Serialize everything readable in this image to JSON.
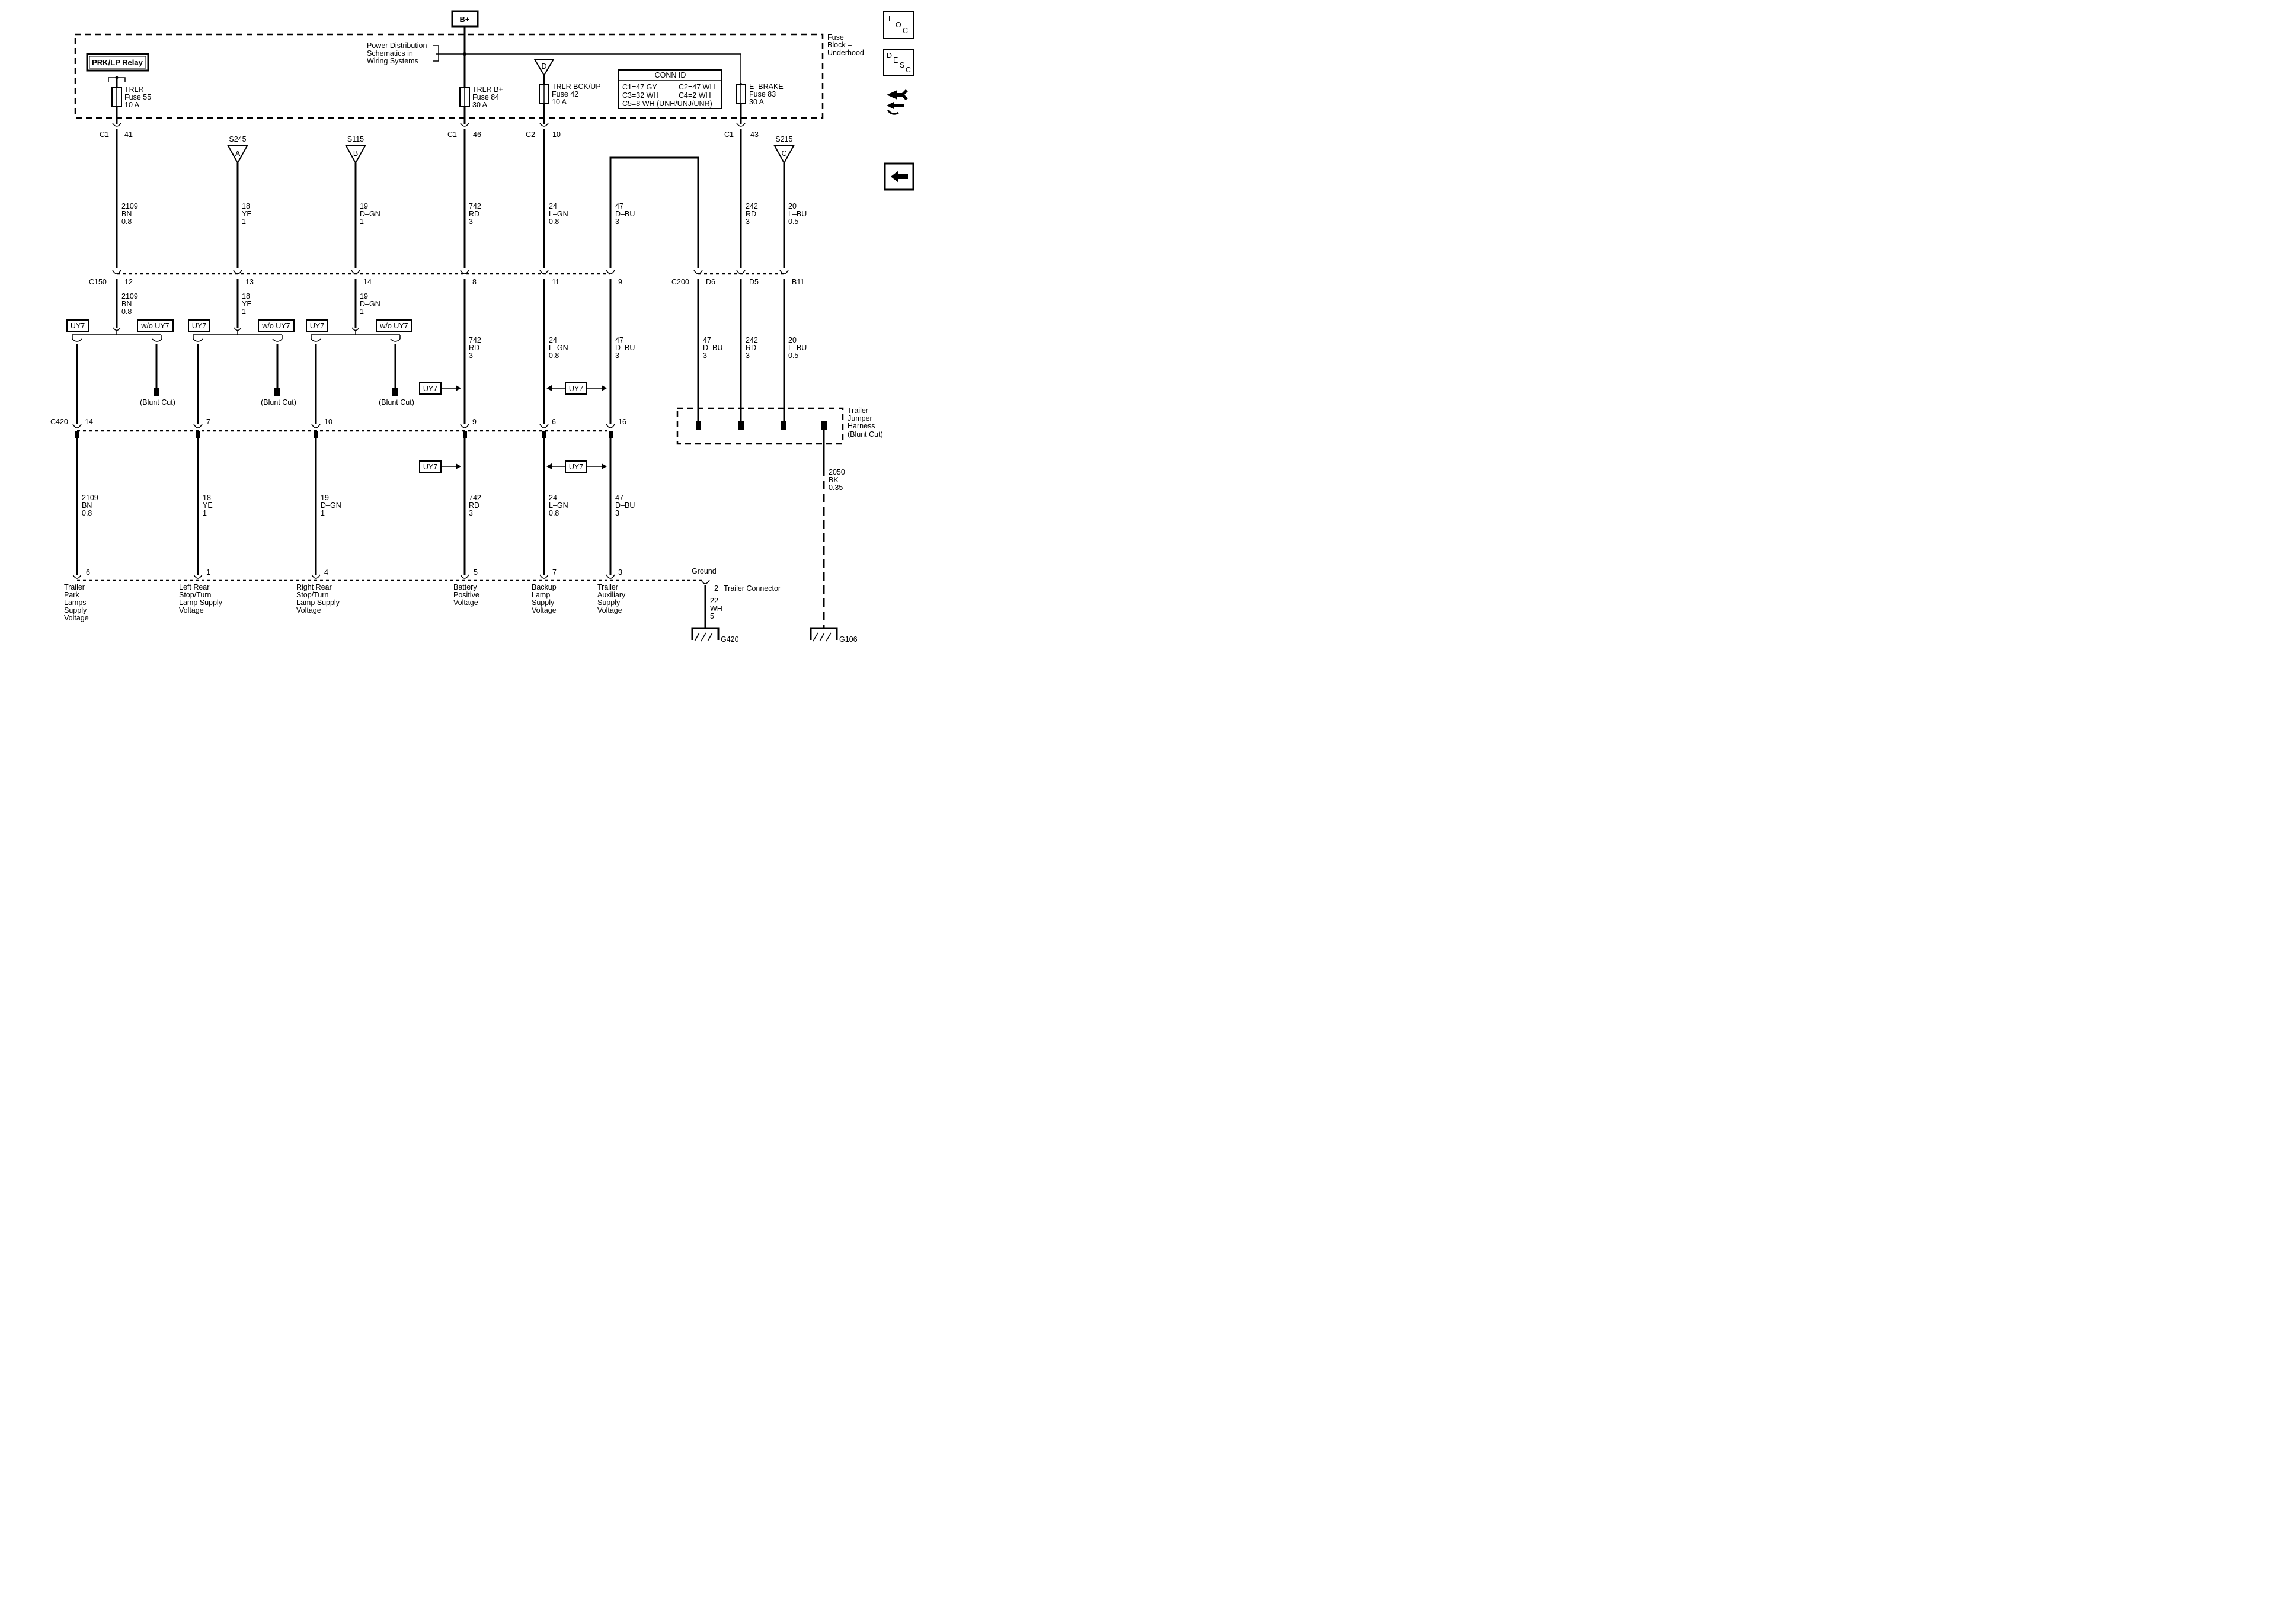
{
  "power_tag": "B+",
  "fuse_block": {
    "title_lines": [
      "Fuse",
      "Block –",
      "Underhood"
    ]
  },
  "power_dist_note": [
    "Power Distribution",
    "Schematics in",
    "Wiring Systems"
  ],
  "relay": {
    "label": "PRK/LP Relay"
  },
  "fuses": [
    {
      "name": "TRLR",
      "fuse": "Fuse 55",
      "amps": "10 A"
    },
    {
      "name": "TRLR B+",
      "fuse": "Fuse 84",
      "amps": "30 A"
    },
    {
      "name": "TRLR BCK/UP",
      "fuse": "Fuse 42",
      "amps": "10 A"
    },
    {
      "name": "E–BRAKE",
      "fuse": "Fuse 83",
      "amps": "30 A"
    }
  ],
  "fuse_d_splice": "D",
  "conn_id": {
    "title": "CONN ID",
    "rows": [
      [
        "C1=47 GY",
        "C2=47 WH"
      ],
      [
        "C3=32 WH",
        "C4=2 WH"
      ],
      [
        "C5=8 WH (UNH/UNJ/UNR)",
        ""
      ]
    ]
  },
  "top_connectors": [
    {
      "conn": "C1",
      "pin": "41"
    },
    {
      "conn": "C1",
      "pin": "46"
    },
    {
      "conn": "C2",
      "pin": "10"
    },
    {
      "conn": "C1",
      "pin": "43"
    }
  ],
  "splices": [
    {
      "name": "S245",
      "letter": "A"
    },
    {
      "name": "S115",
      "letter": "B"
    },
    {
      "name": "S215",
      "letter": "C"
    }
  ],
  "wires_upper": [
    [
      "2109",
      "BN",
      "0.8"
    ],
    [
      "18",
      "YE",
      "1"
    ],
    [
      "19",
      "D–GN",
      "1"
    ],
    [
      "742",
      "RD",
      "3"
    ],
    [
      "24",
      "L–GN",
      "0.8"
    ],
    [
      "47",
      "D–BU",
      "3"
    ],
    [
      "242",
      "RD",
      "3"
    ],
    [
      "20",
      "L–BU",
      "0.5"
    ]
  ],
  "c150": {
    "name": "C150",
    "pins": [
      "12",
      "13",
      "14",
      "8",
      "11",
      "9"
    ]
  },
  "c200": {
    "name": "C200",
    "pins": [
      "D6",
      "D5",
      "B11"
    ]
  },
  "wires_mid": [
    [
      "2109",
      "BN",
      "0.8"
    ],
    [
      "18",
      "YE",
      "1"
    ],
    [
      "19",
      "D–GN",
      "1"
    ],
    [
      "742",
      "RD",
      "3"
    ],
    [
      "24",
      "L–GN",
      "0.8"
    ],
    [
      "47",
      "D–BU",
      "3"
    ],
    [
      "47",
      "D–BU",
      "3"
    ],
    [
      "242",
      "RD",
      "3"
    ],
    [
      "20",
      "L–BU",
      "0.5"
    ]
  ],
  "option_with": "UY7",
  "option_without": "w/o UY7",
  "blunt_cut": "(Blunt Cut)",
  "c420": {
    "name": "C420",
    "pins": [
      "14",
      "7",
      "10",
      "9",
      "6",
      "16"
    ]
  },
  "jumper_harness": [
    "Trailer",
    "Jumper",
    "Harness",
    "(Blunt Cut)"
  ],
  "ground_wire_right": [
    "2050",
    "BK",
    "0.35"
  ],
  "wires_lower": [
    [
      "2109",
      "BN",
      "0.8"
    ],
    [
      "18",
      "YE",
      "1"
    ],
    [
      "19",
      "D–GN",
      "1"
    ],
    [
      "742",
      "RD",
      "3"
    ],
    [
      "24",
      "L–GN",
      "0.8"
    ],
    [
      "47",
      "D–BU",
      "3"
    ]
  ],
  "trailer_connector": {
    "label": "Trailer Connector",
    "ground_label": "Ground",
    "ground_pin": "2",
    "pins": [
      "6",
      "1",
      "4",
      "5",
      "7",
      "3"
    ],
    "functions": [
      [
        "Trailer",
        "Park",
        "Lamps",
        "Supply",
        "Voltage"
      ],
      [
        "Left Rear",
        "Stop/Turn",
        "Lamp Supply",
        "Voltage"
      ],
      [
        "Right Rear",
        "Stop/Turn",
        "Lamp Supply",
        "Voltage"
      ],
      [
        "Battery",
        "Positive",
        "Voltage"
      ],
      [
        "Backup",
        "Lamp",
        "Supply",
        "Voltage"
      ],
      [
        "Trailer",
        "Auxiliary",
        "Supply",
        "Voltage"
      ]
    ]
  },
  "ground_wire_left": [
    "22",
    "WH",
    "5"
  ],
  "grounds": [
    "G420",
    "G106"
  ],
  "nav": {
    "loc": [
      "L",
      "O",
      "C"
    ],
    "desc": [
      "D",
      "E",
      "S",
      "C"
    ]
  }
}
